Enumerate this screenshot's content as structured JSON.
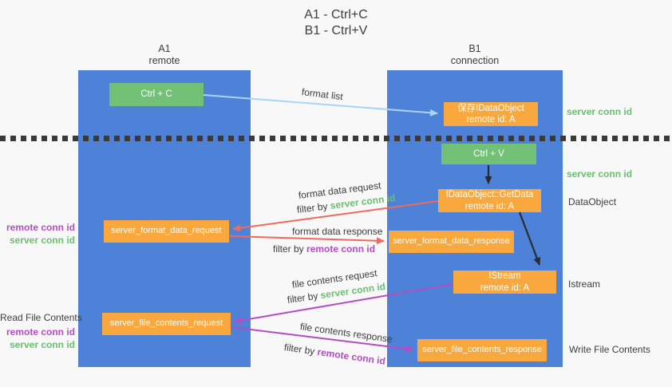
{
  "title": {
    "line1": "A1 - Ctrl+C",
    "line2": "B1 - Ctrl+V"
  },
  "columns": {
    "a1": {
      "name": "A1",
      "subtitle": "remote"
    },
    "b1": {
      "name": "B1",
      "subtitle": "connection"
    }
  },
  "boxes": {
    "ctrl_c": {
      "label": "Ctrl + C"
    },
    "ctrl_v": {
      "label": "Ctrl + V"
    },
    "save_idataobject": {
      "line1": "保存IDataObject",
      "line2": "remote id: A"
    },
    "getdata": {
      "line1": "IDataObject::GetData",
      "line2": "remote id: A"
    },
    "istream": {
      "line1": "IStream",
      "line2": "remote id: A"
    },
    "format_request": {
      "label": "server_format_data_request"
    },
    "format_response": {
      "label": "server_format_data_response"
    },
    "file_request": {
      "label": "server_file_contents_request"
    },
    "file_response": {
      "label": "server_file_contents_response"
    }
  },
  "arrows": {
    "format_list": "format list",
    "format_data_request": "format data request",
    "format_data_response": "format data response",
    "file_contents_request": "file contents request",
    "file_contents_response": "file contents response",
    "filter_by": "filter by",
    "server_conn_id": "server conn id",
    "remote_conn_id": "remote conn id"
  },
  "labels": {
    "right": {
      "server_conn_id_top": "server conn id",
      "server_conn_id_mid": "server conn id",
      "dataobject": "DataObject",
      "istream": "Istream",
      "write_file_contents": "Write File Contents"
    },
    "left": {
      "remote_conn_id_top": "remote conn id",
      "server_conn_id_top": "server conn id",
      "read_file_contents": "Read File Contents",
      "remote_conn_id_bottom": "remote conn id",
      "server_conn_id_bottom": "server conn id"
    }
  },
  "colors": {
    "background": "#f8f8f8",
    "column_blue": "#4d82d8",
    "box_green": "#72c177",
    "box_orange": "#f9a83d",
    "arrow_red": "#ee6a5f",
    "arrow_purple": "#b44dc3",
    "arrow_lightblue": "#a9d5f5",
    "arrow_black": "#2b2b2b",
    "text_green": "#6abf70",
    "text_purple": "#b44dc3",
    "text_dark": "#3d3d3d"
  }
}
